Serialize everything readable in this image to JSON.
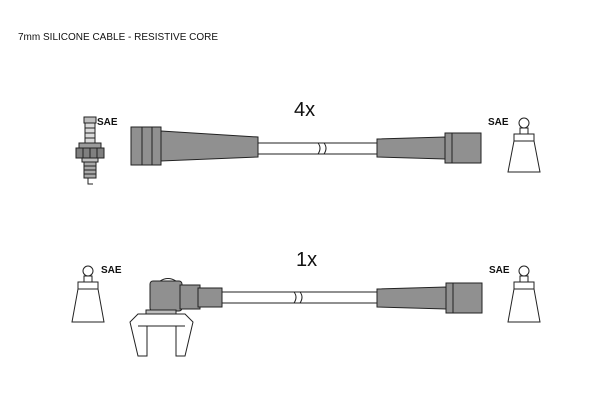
{
  "header": {
    "caption": "7mm SILICONE CABLE - RESISTIVE CORE"
  },
  "sets": [
    {
      "quantity": "4x",
      "left_label": "SAE",
      "right_label": "SAE"
    },
    {
      "quantity": "1x",
      "left_label": "SAE",
      "right_label": "SAE"
    }
  ],
  "colors": {
    "boot_fill": "#909090",
    "outline": "#222222",
    "cable_fill": "#ffffff"
  }
}
